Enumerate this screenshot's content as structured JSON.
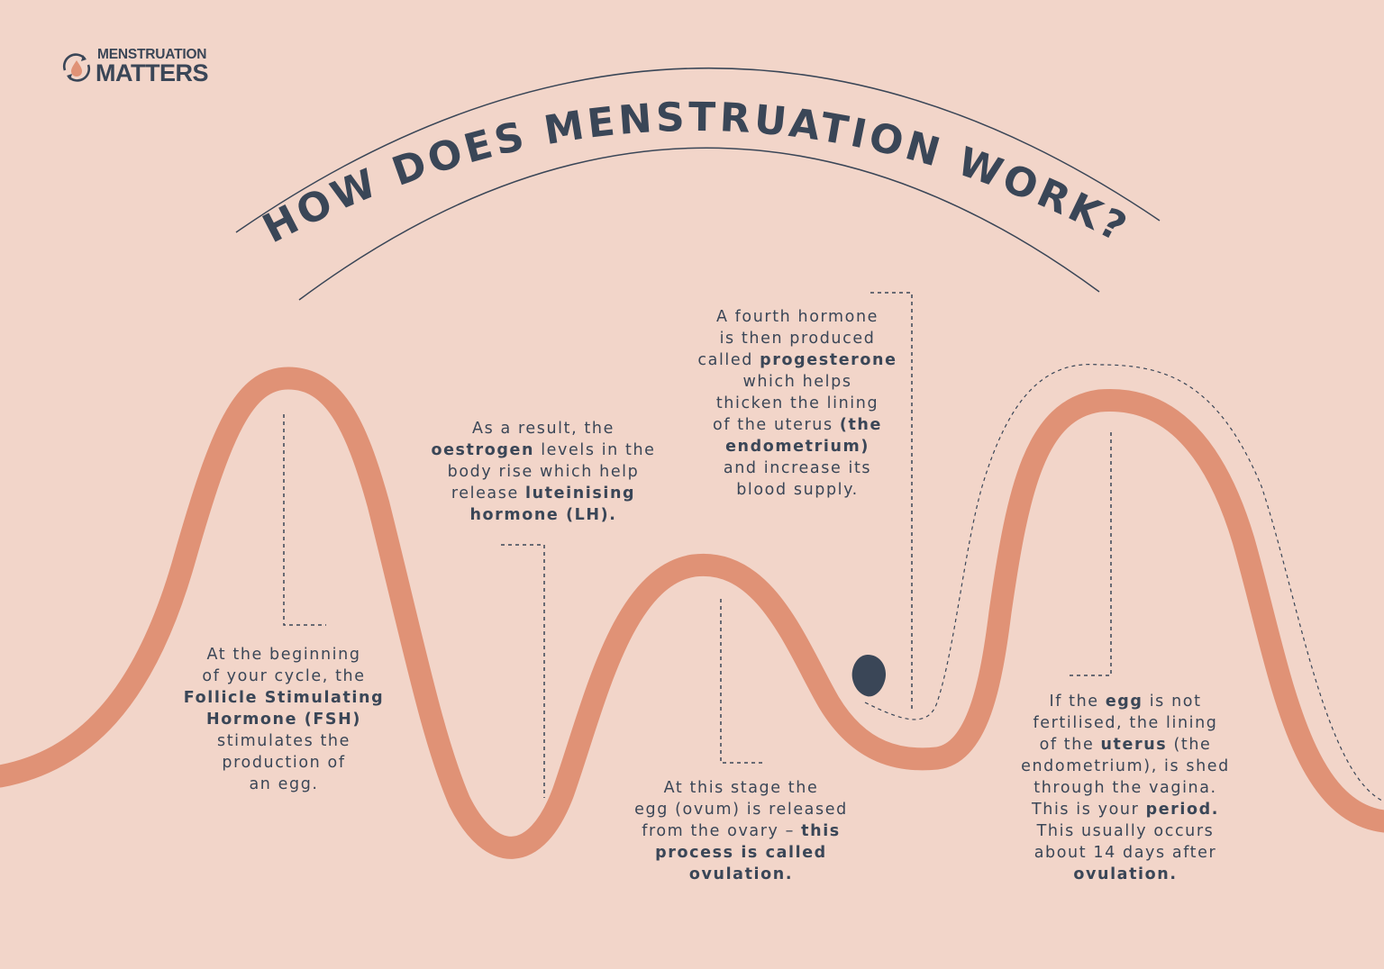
{
  "logo": {
    "line1": "MENSTRUATION",
    "line2": "MATTERS",
    "icon": "cycle-drop-icon"
  },
  "title": "HOW DOES MENSTRUATION WORK?",
  "captions": {
    "fsh": [
      [
        {
          "t": "At the beginning"
        }
      ],
      [
        {
          "t": "of your cycle, the"
        }
      ],
      [
        {
          "t": "Follicle Stimulating",
          "b": true
        }
      ],
      [
        {
          "t": "Hormone (FSH)",
          "b": true
        }
      ],
      [
        {
          "t": "stimulates the"
        }
      ],
      [
        {
          "t": "production of"
        }
      ],
      [
        {
          "t": "an egg."
        }
      ]
    ],
    "oestrogen": [
      [
        {
          "t": "As a result, the"
        }
      ],
      [
        {
          "t": "oestrogen",
          "b": true
        },
        {
          "t": " levels in the"
        }
      ],
      [
        {
          "t": "body rise which help"
        }
      ],
      [
        {
          "t": "release "
        },
        {
          "t": "luteinising",
          "b": true
        }
      ],
      [
        {
          "t": "hormone (LH).",
          "b": true
        }
      ]
    ],
    "progesterone": [
      [
        {
          "t": "A fourth hormone"
        }
      ],
      [
        {
          "t": "is then produced"
        }
      ],
      [
        {
          "t": "called "
        },
        {
          "t": "progesterone",
          "b": true
        }
      ],
      [
        {
          "t": "which helps"
        }
      ],
      [
        {
          "t": "thicken the lining"
        }
      ],
      [
        {
          "t": "of the uterus "
        },
        {
          "t": "(the",
          "b": true
        }
      ],
      [
        {
          "t": "endometrium)",
          "b": true
        }
      ],
      [
        {
          "t": "and increase its"
        }
      ],
      [
        {
          "t": "blood supply."
        }
      ]
    ],
    "ovulation": [
      [
        {
          "t": "At this stage the"
        }
      ],
      [
        {
          "t": "egg (ovum) is released"
        }
      ],
      [
        {
          "t": "from the ovary – "
        },
        {
          "t": "this",
          "b": true
        }
      ],
      [
        {
          "t": "process is called",
          "b": true
        }
      ],
      [
        {
          "t": "ovulation.",
          "b": true
        }
      ]
    ],
    "period": [
      [
        {
          "t": "If the "
        },
        {
          "t": "egg",
          "b": true
        },
        {
          "t": " is not"
        }
      ],
      [
        {
          "t": "fertilised, the lining"
        }
      ],
      [
        {
          "t": "of the "
        },
        {
          "t": "uterus",
          "b": true
        },
        {
          "t": " (the"
        }
      ],
      [
        {
          "t": "endometrium), is shed"
        }
      ],
      [
        {
          "t": "through the vagina."
        }
      ],
      [
        {
          "t": "This is your "
        },
        {
          "t": "period.",
          "b": true
        }
      ],
      [
        {
          "t": "This usually occurs"
        }
      ],
      [
        {
          "t": "about 14 days after"
        }
      ],
      [
        {
          "t": "ovulation.",
          "b": true
        }
      ]
    ]
  },
  "colors": {
    "background": "#f2d5c9",
    "wave": "#e09276",
    "ink": "#3a4657"
  }
}
